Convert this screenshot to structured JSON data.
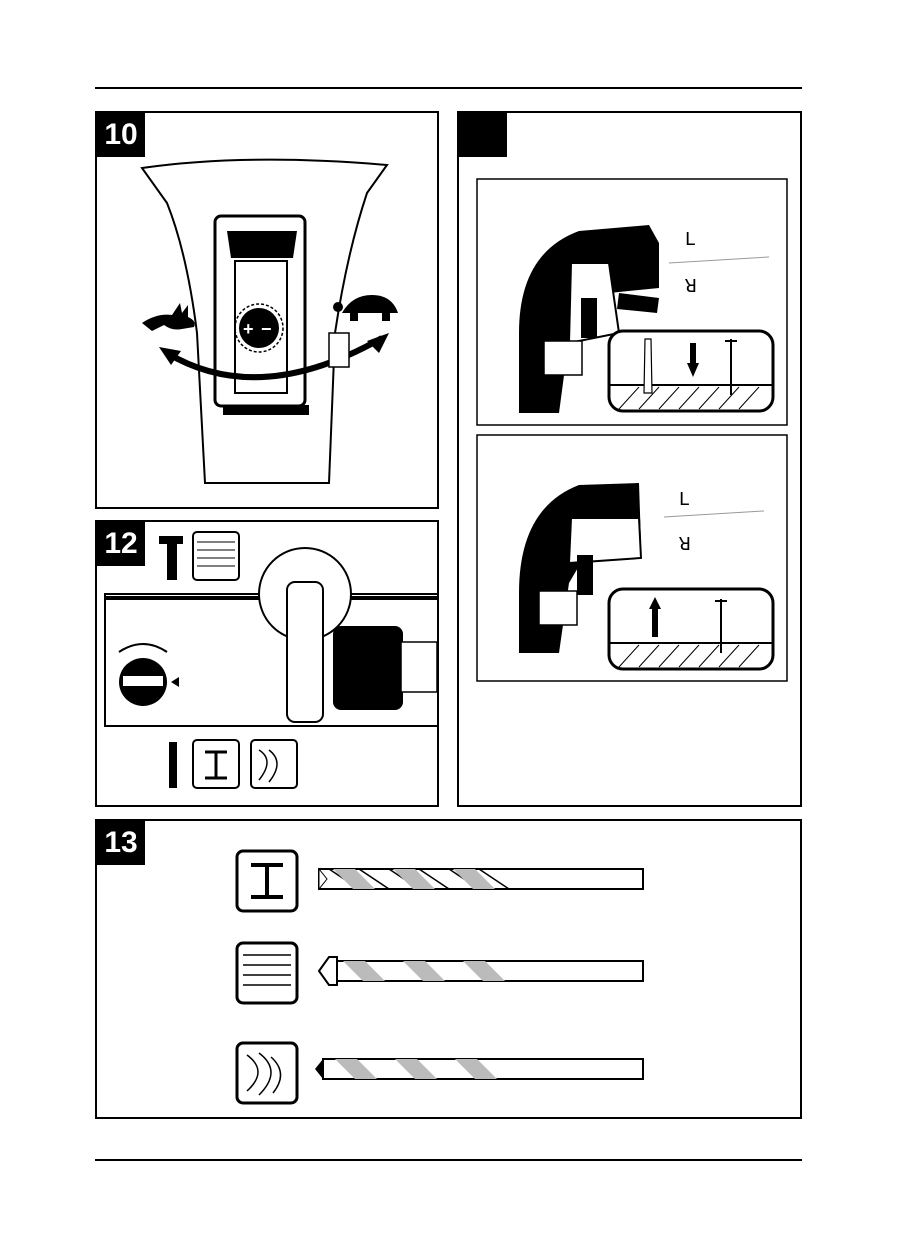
{
  "figures": {
    "f10": {
      "number": "10"
    },
    "f11": {
      "number": ""
    },
    "f12": {
      "number": "12"
    },
    "f13": {
      "number": "13"
    }
  },
  "direction_labels": {
    "left": "L",
    "right": "R"
  },
  "speed_dial": {
    "plus": "+",
    "minus": "−"
  },
  "icons": {
    "f10": [
      "hare-icon",
      "tortoise-icon",
      "curved-double-arrow-icon"
    ],
    "f11": [
      "arrow-down-icon",
      "arrow-up-icon",
      "drill-bit-icon",
      "screw-icon"
    ],
    "f12": [
      "hammer-icon",
      "brick-wall-icon",
      "drill-icon",
      "steel-beam-icon",
      "wood-icon"
    ],
    "f13": [
      "steel-beam-icon",
      "brick-wall-icon",
      "wood-icon"
    ]
  }
}
